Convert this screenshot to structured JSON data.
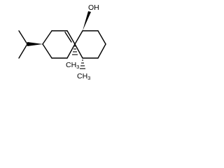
{
  "labels": {
    "hydroxyl": "OH",
    "methyl_junction": "CH",
    "methyl_junction_sub": "3",
    "methyl_ring": "CH",
    "methyl_ring_sub": "3"
  },
  "colors": {
    "ink": "#000000",
    "background": "#ffffff"
  }
}
